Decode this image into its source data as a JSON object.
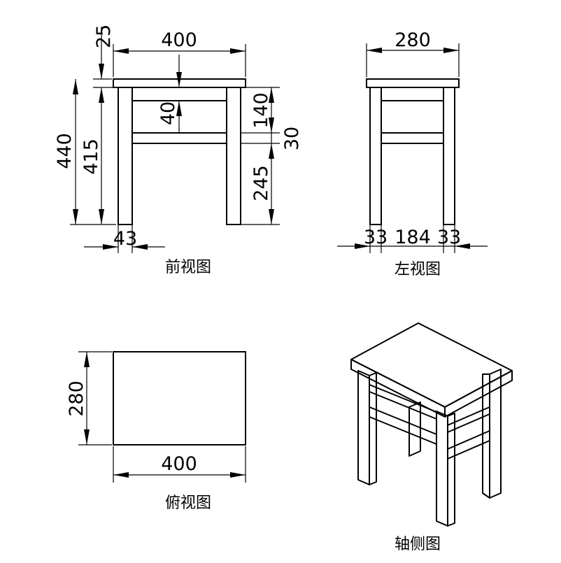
{
  "front_view": {
    "caption": "前视图",
    "dims": {
      "top_thickness": "25",
      "width": "400",
      "apron": "40",
      "total_height": "440",
      "leg_height": "415",
      "upper_gap": "140",
      "rail": "30",
      "lower": "245",
      "leg_width": "43"
    }
  },
  "side_view": {
    "caption": "左视图",
    "dims": {
      "width": "280",
      "leg_left": "33",
      "inner": "184",
      "leg_right": "33"
    }
  },
  "top_view": {
    "caption": "俯视图",
    "dims": {
      "depth": "280",
      "width": "400"
    }
  },
  "axonometric_view": {
    "caption": "轴侧图"
  }
}
